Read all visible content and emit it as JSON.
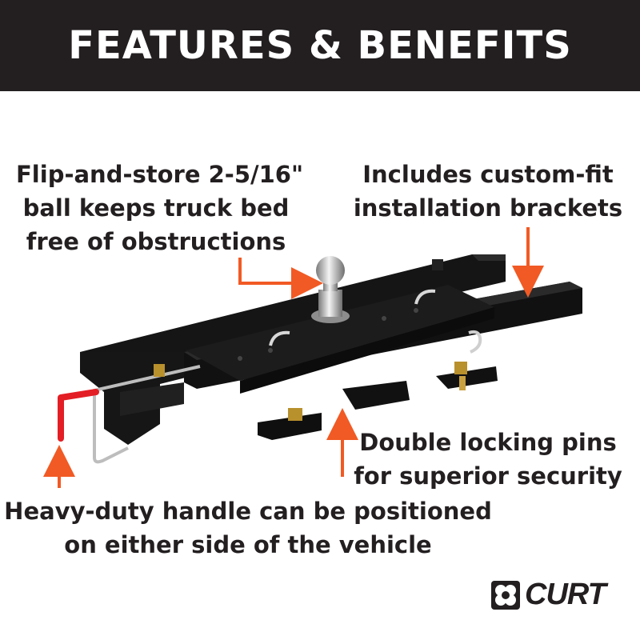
{
  "header": {
    "title": "FEATURES & BENEFITS"
  },
  "callouts": {
    "ball": [
      "Flip-and-store 2-5/16\"",
      "ball keeps truck bed",
      "free of obstructions"
    ],
    "brackets": [
      "Includes custom-fit",
      "installation brackets"
    ],
    "pins": [
      "Double locking pins",
      "for superior security"
    ],
    "handle": [
      "Heavy-duty handle can be positioned",
      "on either side of the vehicle"
    ]
  },
  "brand": {
    "name": "CURT"
  },
  "colors": {
    "banner": "#231f20",
    "arrow": "#f15a24",
    "hitch": "#111111",
    "handle_grip": "#e31e24",
    "chrome": "#c9c9c9"
  },
  "icons": [
    "arrow-right-icon",
    "arrow-down-icon",
    "arrow-up-icon",
    "curt-logo-icon"
  ]
}
